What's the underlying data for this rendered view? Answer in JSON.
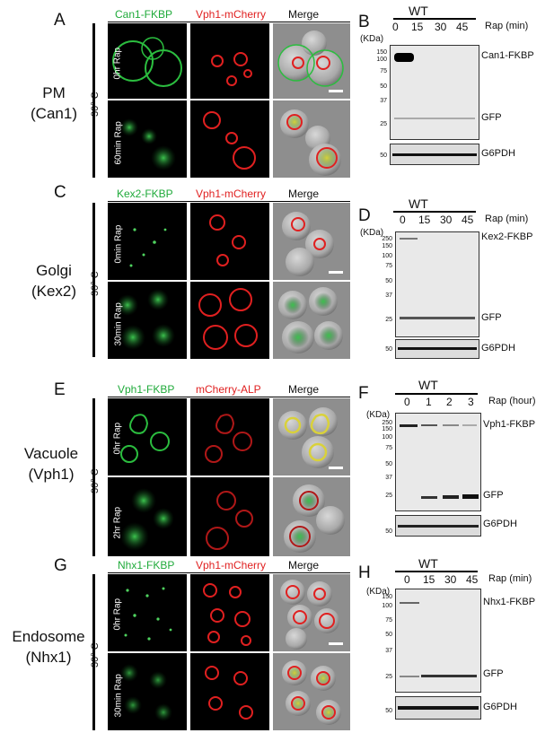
{
  "figure": {
    "rows": [
      {
        "letter_left": "A",
        "letter_right": "B",
        "organelle": "PM",
        "protein": "(Can1)",
        "temperature": "30° C",
        "channels": [
          "Can1-FKBP",
          "Vph1-mCherry",
          "Merge"
        ],
        "conditions": [
          "0hr  Rap",
          "60min Rap"
        ],
        "blot": {
          "genotype": "WT",
          "kda_label": "(KDa)",
          "lanes": [
            "0",
            "15",
            "30",
            "45"
          ],
          "unit": "Rap (min)",
          "markers": [
            "150",
            "100",
            "75",
            "50",
            "37",
            "25"
          ],
          "bands": [
            "Can1-FKBP",
            "GFP"
          ],
          "loading": "G6PDH",
          "loading_marker": "50",
          "fusion_intensity": [
            1.0,
            0.0,
            0.0,
            0.0
          ],
          "gfp_intensity": [
            0.2,
            0.25,
            0.25,
            0.3
          ]
        }
      },
      {
        "letter_left": "C",
        "letter_right": "D",
        "organelle": "Golgi",
        "protein": "(Kex2)",
        "temperature": "30° C",
        "channels": [
          "Kex2-FKBP",
          "Vph1-mCherry",
          "Merge"
        ],
        "conditions": [
          "0min  Rap",
          "30min Rap"
        ],
        "blot": {
          "genotype": "WT",
          "kda_label": "(KDa)",
          "lanes": [
            "0",
            "15",
            "30",
            "45"
          ],
          "unit": "Rap (min)",
          "markers": [
            "250",
            "150",
            "100",
            "75",
            "50",
            "37",
            "25"
          ],
          "bands": [
            "Kex2-FKBP",
            "GFP"
          ],
          "loading": "G6PDH",
          "loading_marker": "50",
          "fusion_intensity": [
            0.3,
            0.0,
            0.0,
            0.0
          ],
          "gfp_intensity": [
            0.45,
            0.5,
            0.55,
            0.55
          ]
        }
      },
      {
        "letter_left": "E",
        "letter_right": "F",
        "organelle": "Vacuole",
        "protein": "(Vph1)",
        "temperature": "30° C",
        "channels": [
          "Vph1-FKBP",
          "mCherry-ALP",
          "Merge"
        ],
        "conditions": [
          "0hr  Rap",
          "2hr Rap"
        ],
        "blot": {
          "genotype": "WT",
          "kda_label": "(KDa)",
          "lanes": [
            "0",
            "1",
            "2",
            "3"
          ],
          "unit": "Rap (hour)",
          "markers": [
            "250",
            "150",
            "100",
            "75",
            "50",
            "37",
            "25"
          ],
          "bands": [
            "Vph1-FKBP",
            "GFP"
          ],
          "loading": "G6PDH",
          "loading_marker": "50",
          "fusion_intensity": [
            0.9,
            0.6,
            0.35,
            0.2
          ],
          "gfp_intensity": [
            0.0,
            0.7,
            0.85,
            1.0
          ]
        }
      },
      {
        "letter_left": "G",
        "letter_right": "H",
        "organelle": "Endosome",
        "protein": "(Nhx1)",
        "temperature": "30° C",
        "channels": [
          "Nhx1-FKBP",
          "Vph1-mCherry",
          "Merge"
        ],
        "conditions": [
          "0hr  Rap",
          "30min Rap"
        ],
        "blot": {
          "genotype": "WT",
          "kda_label": "(KDa)",
          "lanes": [
            "0",
            "15",
            "30",
            "45"
          ],
          "unit": "Rap (min)",
          "markers": [
            "150",
            "100",
            "75",
            "50",
            "37",
            "25"
          ],
          "bands": [
            "Nhx1-FKBP",
            "GFP"
          ],
          "loading": "G6PDH",
          "loading_marker": "50",
          "fusion_intensity": [
            0.5,
            0.0,
            0.0,
            0.0
          ],
          "gfp_intensity": [
            0.35,
            0.7,
            0.7,
            0.75
          ]
        }
      }
    ]
  }
}
